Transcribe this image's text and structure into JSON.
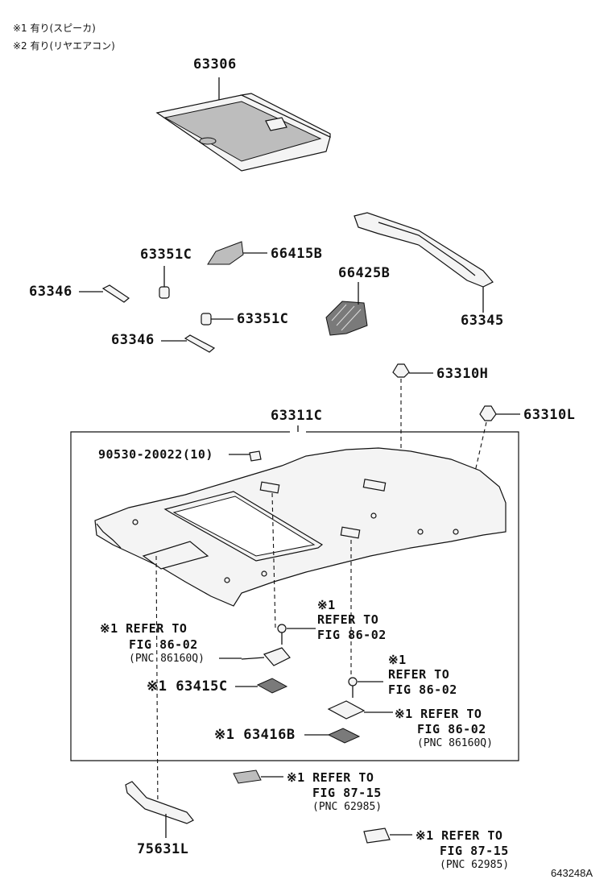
{
  "notes": {
    "note1": "※1 有り(スピーカ)",
    "note2": "※2 有り(リヤエアコン)"
  },
  "labels": {
    "p63306": "63306",
    "p63351c_a": "63351C",
    "p66415b": "66415B",
    "p66425b": "66425B",
    "p63346_a": "63346",
    "p63351c_b": "63351C",
    "p63346_b": "63346",
    "p63345": "63345",
    "p63310h": "63310H",
    "p63311c": "63311C",
    "p63310l": "63310L",
    "p90530": "90530-20022(10)",
    "p63415c": "※1 63415C",
    "p63416b": "※1 63416B",
    "p75631l": "75631L"
  },
  "references": {
    "ref_left": {
      "mark": "※1",
      "line1": "REFER TO",
      "line2": "FIG 86-02",
      "pnc": "(PNC 86160Q)"
    },
    "ref_mid": {
      "mark": "※1",
      "line1": "REFER TO",
      "line2": "FIG 86-02"
    },
    "ref_right_upper": {
      "mark": "※1",
      "line1": "REFER TO",
      "line2": "FIG 86-02"
    },
    "ref_right_lower": {
      "mark": "※1",
      "line1": "REFER TO",
      "line2": "FIG 86-02",
      "pnc": "(PNC 86160Q)"
    },
    "ref_lamp_a": {
      "mark": "※1",
      "line1": "REFER TO",
      "line2": "FIG 87-15",
      "pnc": "(PNC 62985)"
    },
    "ref_lamp_b": {
      "mark": "※1",
      "line1": "REFER TO",
      "line2": "FIG 87-15",
      "pnc": "(PNC 62985)"
    }
  },
  "figure_code": "643248A"
}
